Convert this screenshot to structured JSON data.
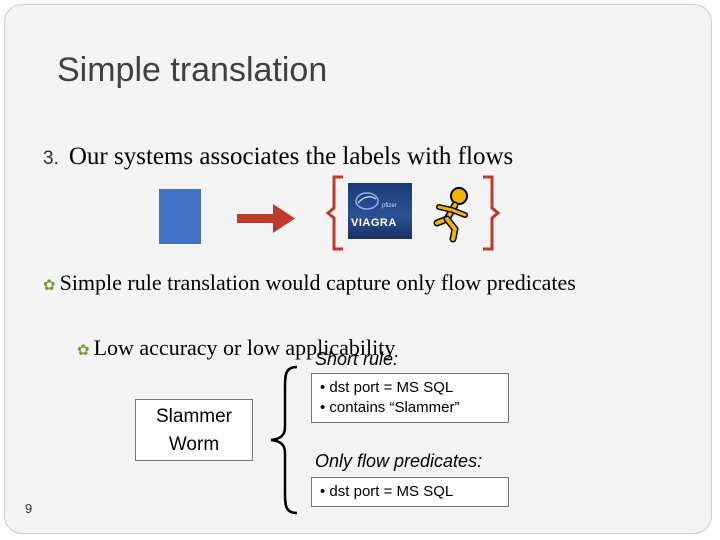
{
  "slide": {
    "title": "Simple translation",
    "item3_number": "3.",
    "item3_text": "Our systems associates the labels with flows",
    "bullet1_text": "Simple rule translation would capture only flow predicates",
    "bullet2_text": "Low accuracy or low applicability",
    "short_rule_label": "Short rule:",
    "short_rule_lines": [
      "• dst port = MS SQL",
      "• contains “Slammer”"
    ],
    "flow_predicates_label": "Only flow predicates:",
    "flow_predicates_lines": [
      "• dst port = MS SQL"
    ],
    "slammer_lines": [
      "Slammer",
      "Worm"
    ],
    "viagra_logo_text": "VIAGRA",
    "page_number": "9"
  },
  "colors": {
    "flow_box": "#4472c4",
    "arrow": "#c0392b",
    "bracket": "#c0392b",
    "bullet_symbol": "#7a9a3a",
    "aim_figure": "#f2b400"
  },
  "icons": {
    "bullet": "bullet-symbol-icon",
    "aim": "aim-running-man-icon",
    "viagra": "viagra-logo-icon"
  }
}
